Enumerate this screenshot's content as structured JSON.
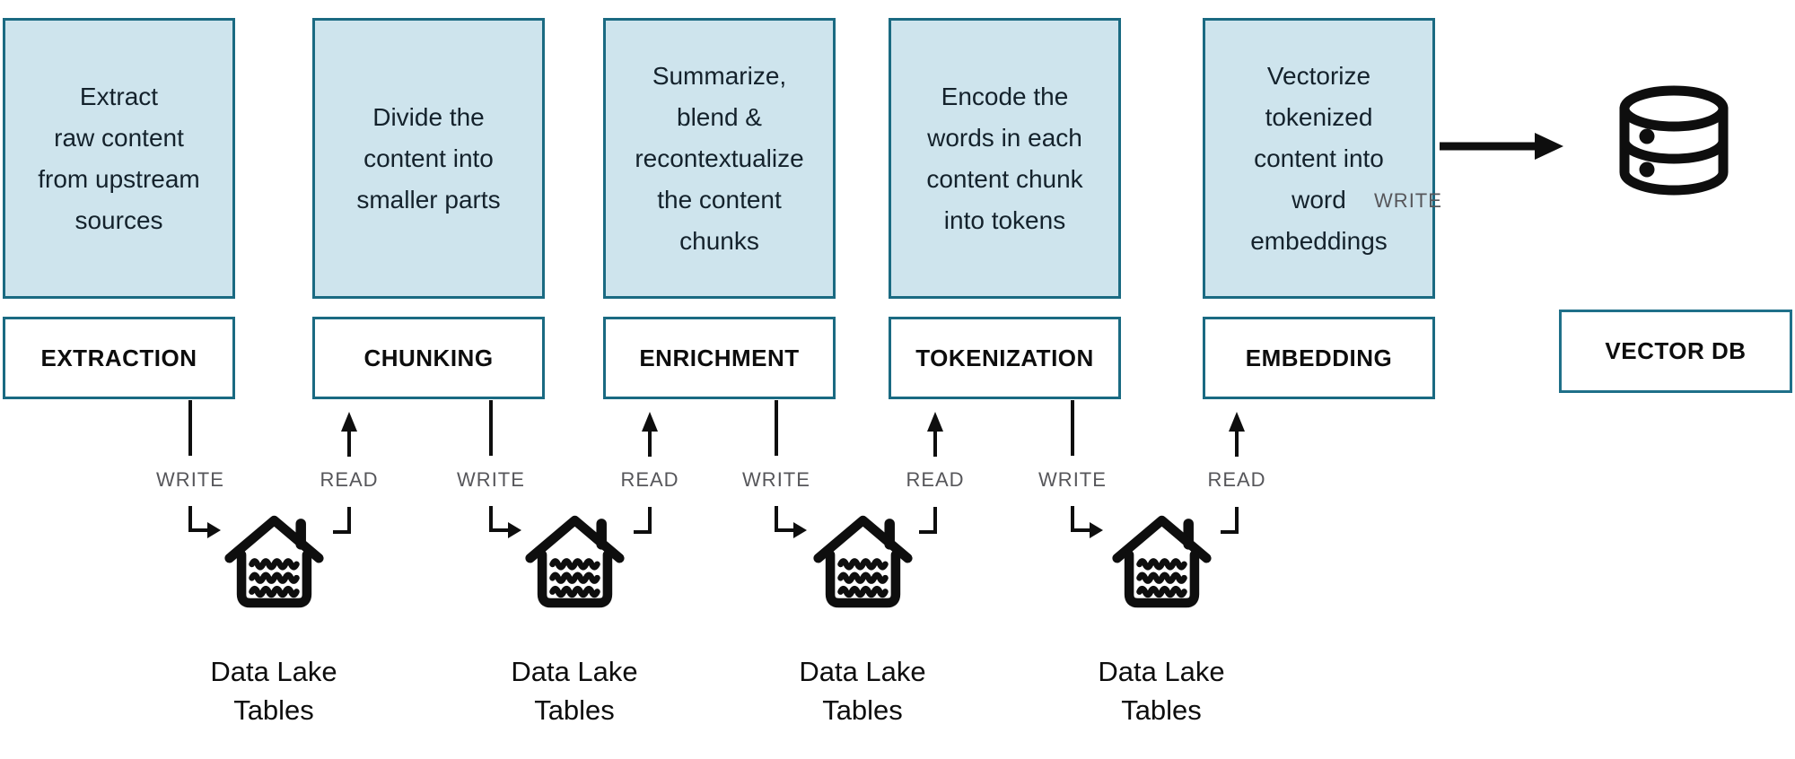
{
  "stages": [
    {
      "id": "extraction",
      "label": "EXTRACTION",
      "description": "Extract\nraw content\nfrom upstream\nsources"
    },
    {
      "id": "chunking",
      "label": "CHUNKING",
      "description": "Divide the\ncontent into\nsmaller parts"
    },
    {
      "id": "enrichment",
      "label": "ENRICHMENT",
      "description": "Summarize,\nblend &\nrecontextualize\nthe content\nchunks"
    },
    {
      "id": "tokenization",
      "label": "TOKENIZATION",
      "description": "Encode the\nwords in each\ncontent chunk\ninto tokens"
    },
    {
      "id": "embedding",
      "label": "EMBEDDING",
      "description": "Vectorize\ntokenized\ncontent into\nword\nembeddings"
    }
  ],
  "lakehouses": [
    {
      "caption": "Data Lake\nTables"
    },
    {
      "caption": "Data Lake\nTables"
    },
    {
      "caption": "Data Lake\nTables"
    },
    {
      "caption": "Data Lake\nTables"
    }
  ],
  "flow_labels": {
    "write": "WRITE",
    "read": "READ"
  },
  "vector_db": {
    "label": "VECTOR DB",
    "write_label": "WRITE"
  },
  "icons": {
    "lakehouse": "lakehouse-icon",
    "database": "database-icon"
  },
  "colors": {
    "box_fill": "#cee4ed",
    "box_border": "#1a6a82",
    "line_black": "#0e0e0e",
    "flow_label_gray": "#56565a",
    "background": "#ffffff"
  }
}
